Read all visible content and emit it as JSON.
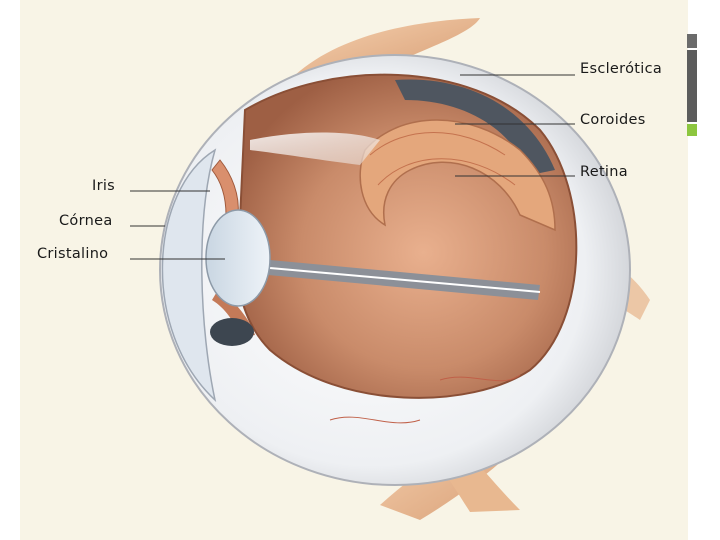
{
  "labels": {
    "esclerotica": "Esclerótica",
    "coroides": "Coroides",
    "retina": "Retina",
    "iris": "Iris",
    "cornea": "Córnea",
    "cristalino": "Cristalino"
  },
  "colors": {
    "background": "#f8f4e6",
    "accent_gray": "#6b6b6b",
    "accent_green": "#8dc63f"
  }
}
